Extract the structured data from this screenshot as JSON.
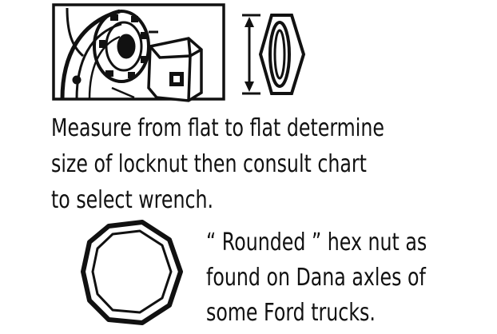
{
  "instructions": {
    "lines": [
      "Measure from flat to flat determine",
      "size of locknut then consult chart",
      "to select wrench."
    ]
  },
  "rounded_note": {
    "lines": [
      "“ Rounded ” hex nut as",
      "found on Dana axles of",
      "some Ford trucks."
    ]
  },
  "colors": {
    "ink": "#111111",
    "background": "#ffffff"
  },
  "icons": [
    "wheel-hub-illustration",
    "wrench-socket-icon",
    "hex-locknut-side-icon",
    "dimension-arrow-icon",
    "rounded-hex-nut-icon"
  ]
}
